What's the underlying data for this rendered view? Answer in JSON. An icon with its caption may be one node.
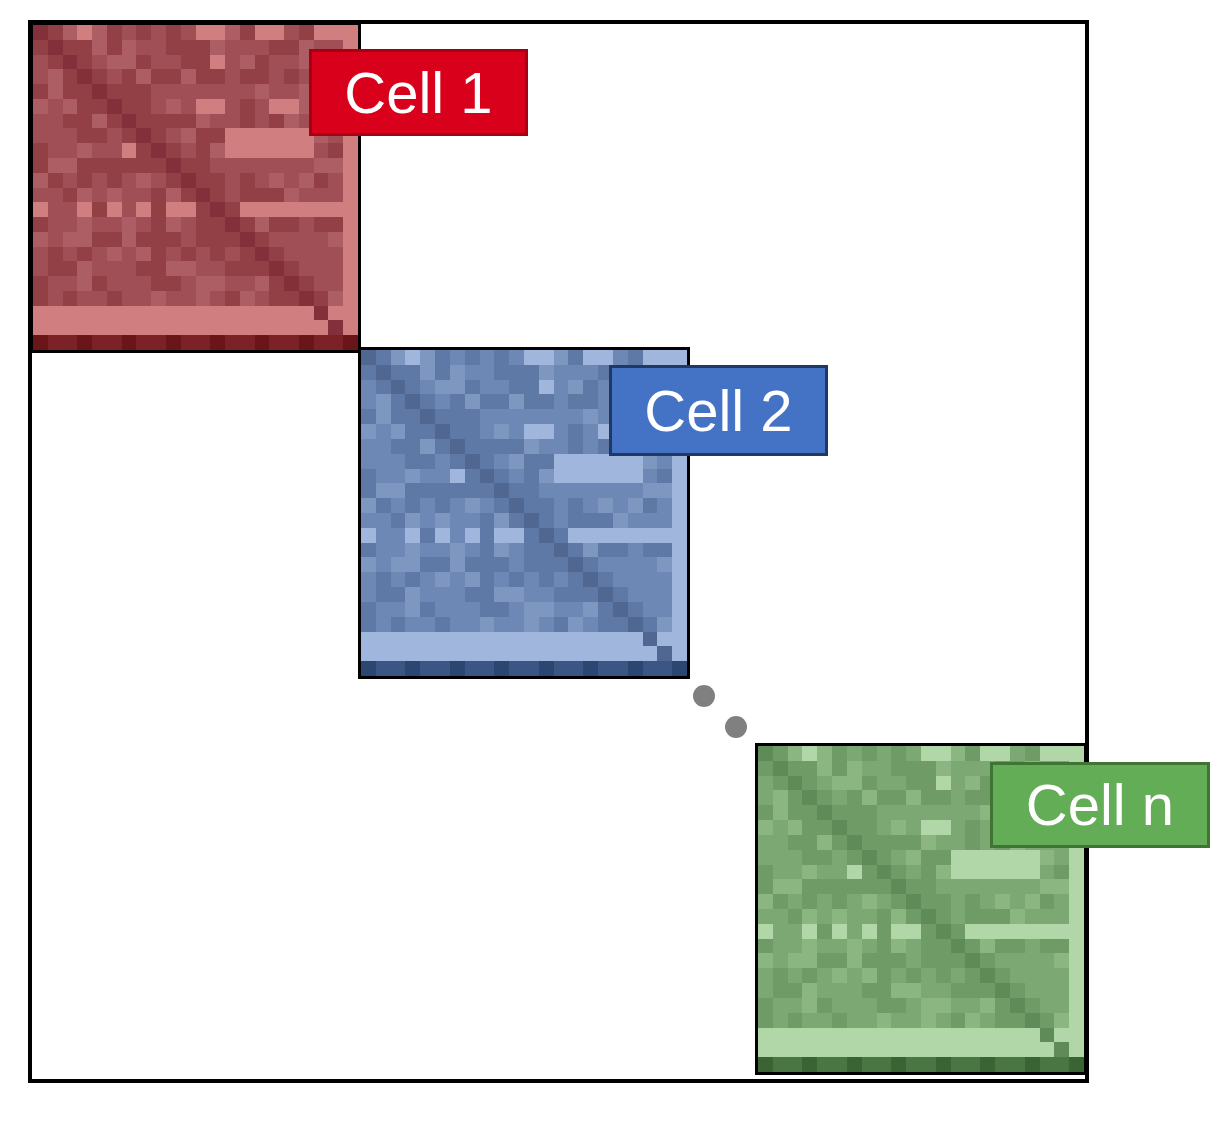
{
  "diagram": {
    "nodes": [
      {
        "text": [
          "Cell 1"
        ]
      },
      {
        "text": [
          "Cell 2"
        ]
      },
      {
        "text": [
          "Cell n"
        ]
      }
    ]
  }
}
